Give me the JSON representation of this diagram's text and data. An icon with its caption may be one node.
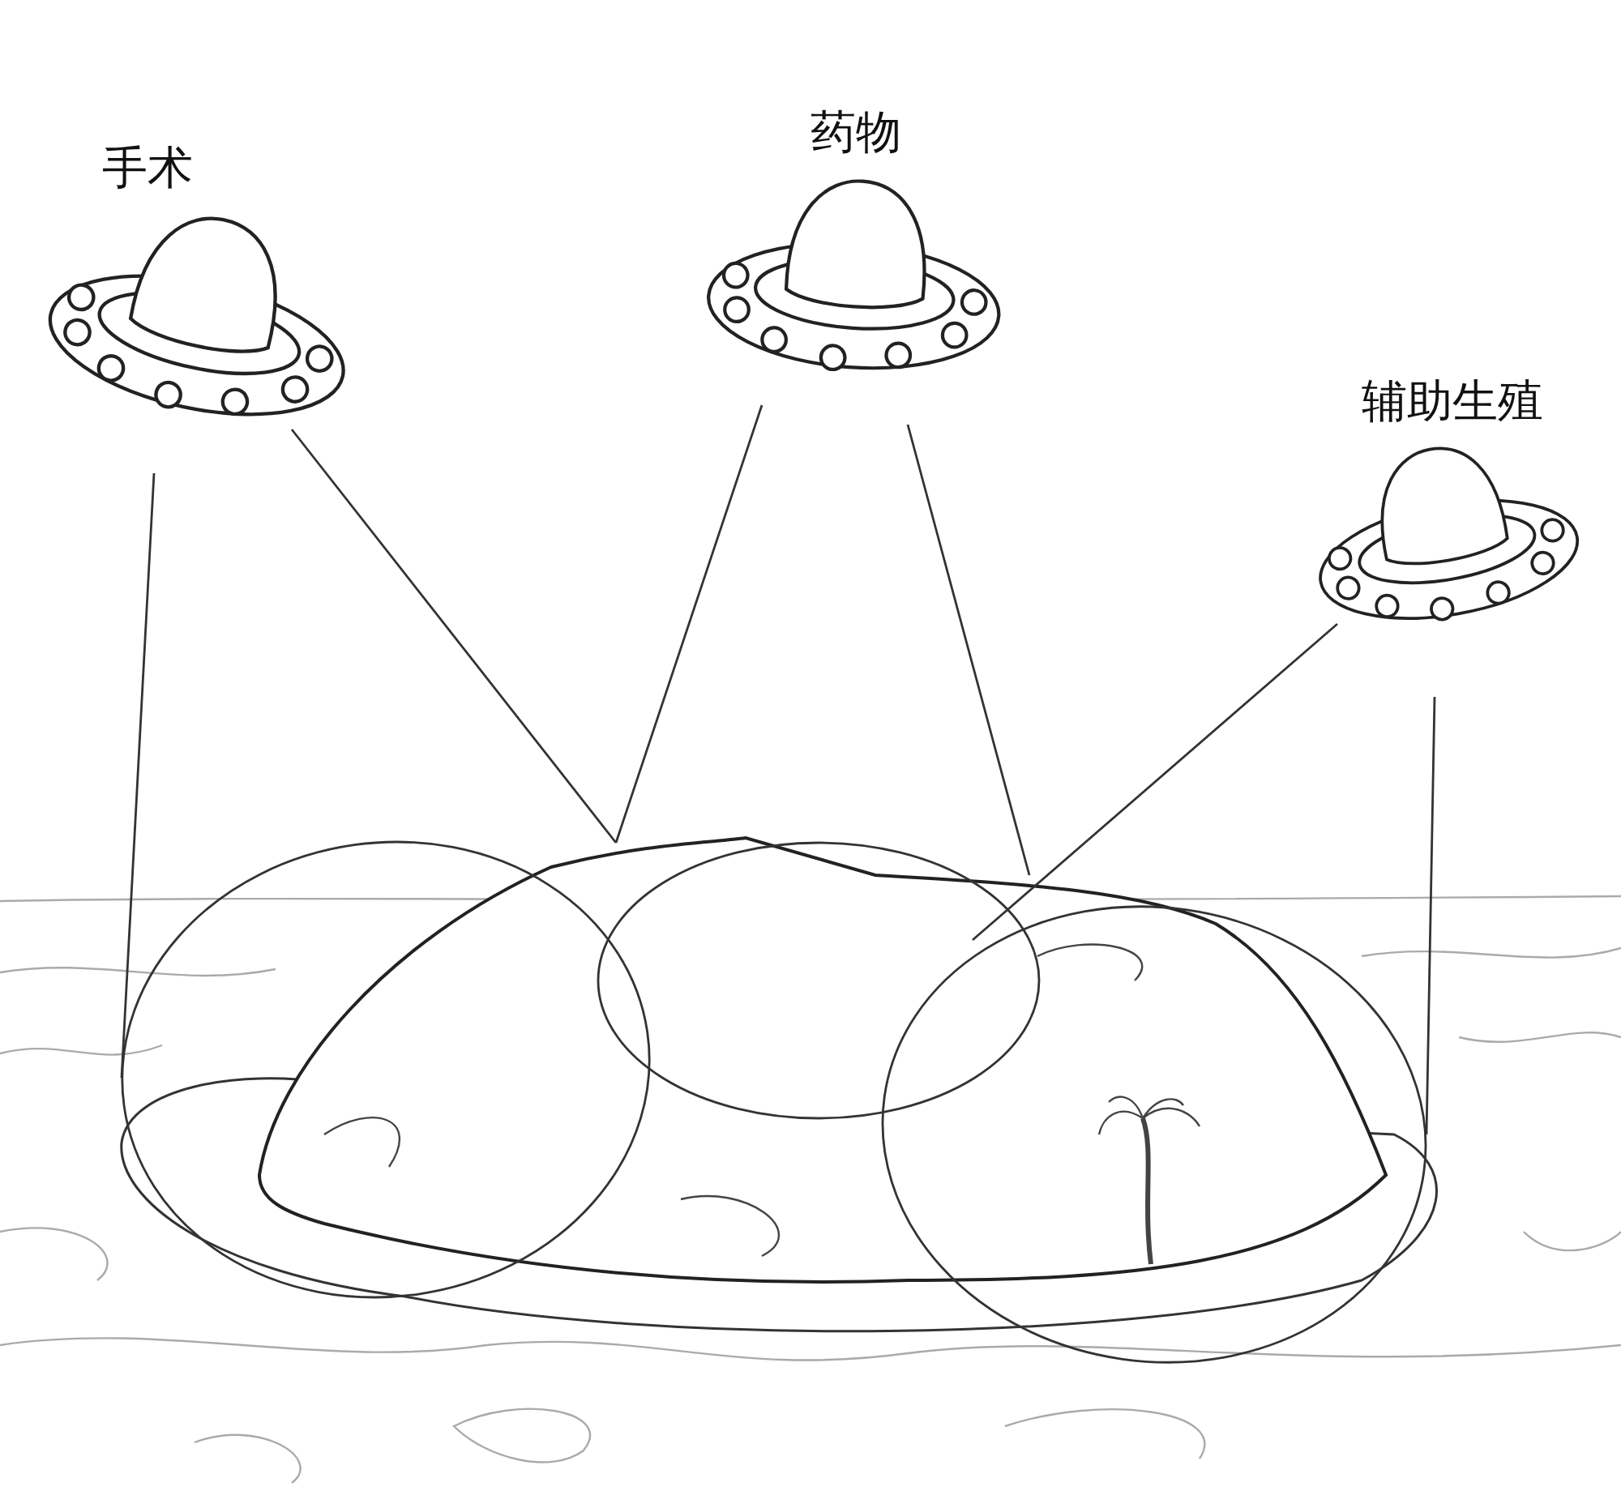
{
  "diagram": {
    "nodes": [
      {
        "text": [
          "手术"
        ]
      },
      {
        "text": [
          "药物"
        ]
      },
      {
        "text": [
          "辅助生殖"
        ]
      }
    ]
  }
}
